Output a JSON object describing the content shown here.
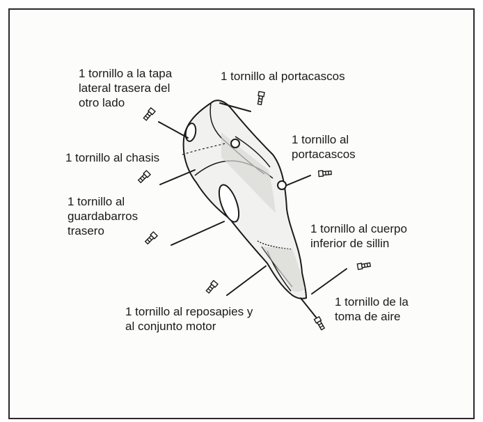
{
  "labels": {
    "tapa_lateral": [
      "1 tornillo a la tapa",
      "lateral trasera del",
      "otro lado"
    ],
    "portacascos_top": [
      "1 tornillo al portacascos"
    ],
    "chasis": [
      "1 tornillo al chasis"
    ],
    "portacascos_right": [
      "1 tornillo al",
      "portacascos"
    ],
    "guardabarros": [
      "1 tornillo al",
      "guardabarros",
      "trasero"
    ],
    "cuerpo_sillin": [
      "1 tornillo al cuerpo",
      "inferior de sillin"
    ],
    "reposapies": [
      "1 tornillo al reposapies y",
      "al conjunto motor"
    ],
    "toma_aire": [
      "1 tornillo de la",
      "toma de aire"
    ]
  },
  "colors": {
    "ink": "#1a1a1a",
    "panel": "#f1f1ef",
    "shade": "#d9d9d6"
  }
}
